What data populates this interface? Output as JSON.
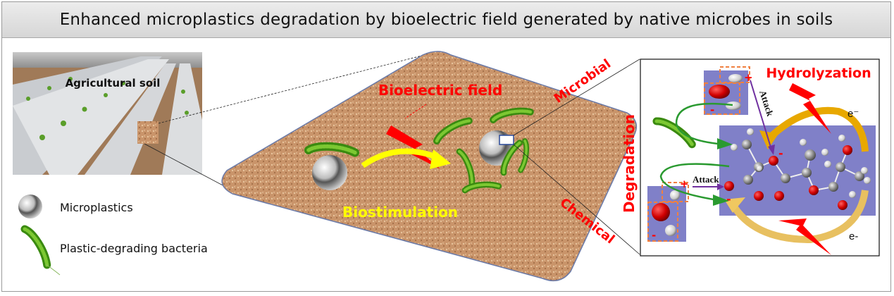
{
  "title": "Enhanced microplastics degradation by bioelectric field generated by native microbes in soils",
  "photo_label": "Agricultural soil",
  "legend": [
    {
      "icon": "microplastic-sphere-icon",
      "label": "Microplastics"
    },
    {
      "icon": "bacteria-icon",
      "label": "Plastic-degrading bacteria"
    }
  ],
  "soil": {
    "bioelectric_label": "Bioelectric field",
    "biostimulation_label": "Biostimulation",
    "microbial_label": "Microbial",
    "chemical_label": "Chemical",
    "degradation_label": "Degradation"
  },
  "mechanism": {
    "hydrolyzation_label": "Hydrolyzation",
    "attack_top": "Attack",
    "attack_left": "Attack",
    "electron_top": "e⁻",
    "electron_bottom": "e-",
    "plus": "+",
    "minus": "-"
  },
  "colors": {
    "red": "#ff0000",
    "yellow": "#ffff00",
    "soil": "#c9946a",
    "purple_panel": "#8080c8",
    "orange_arrow": "#e8a800"
  }
}
